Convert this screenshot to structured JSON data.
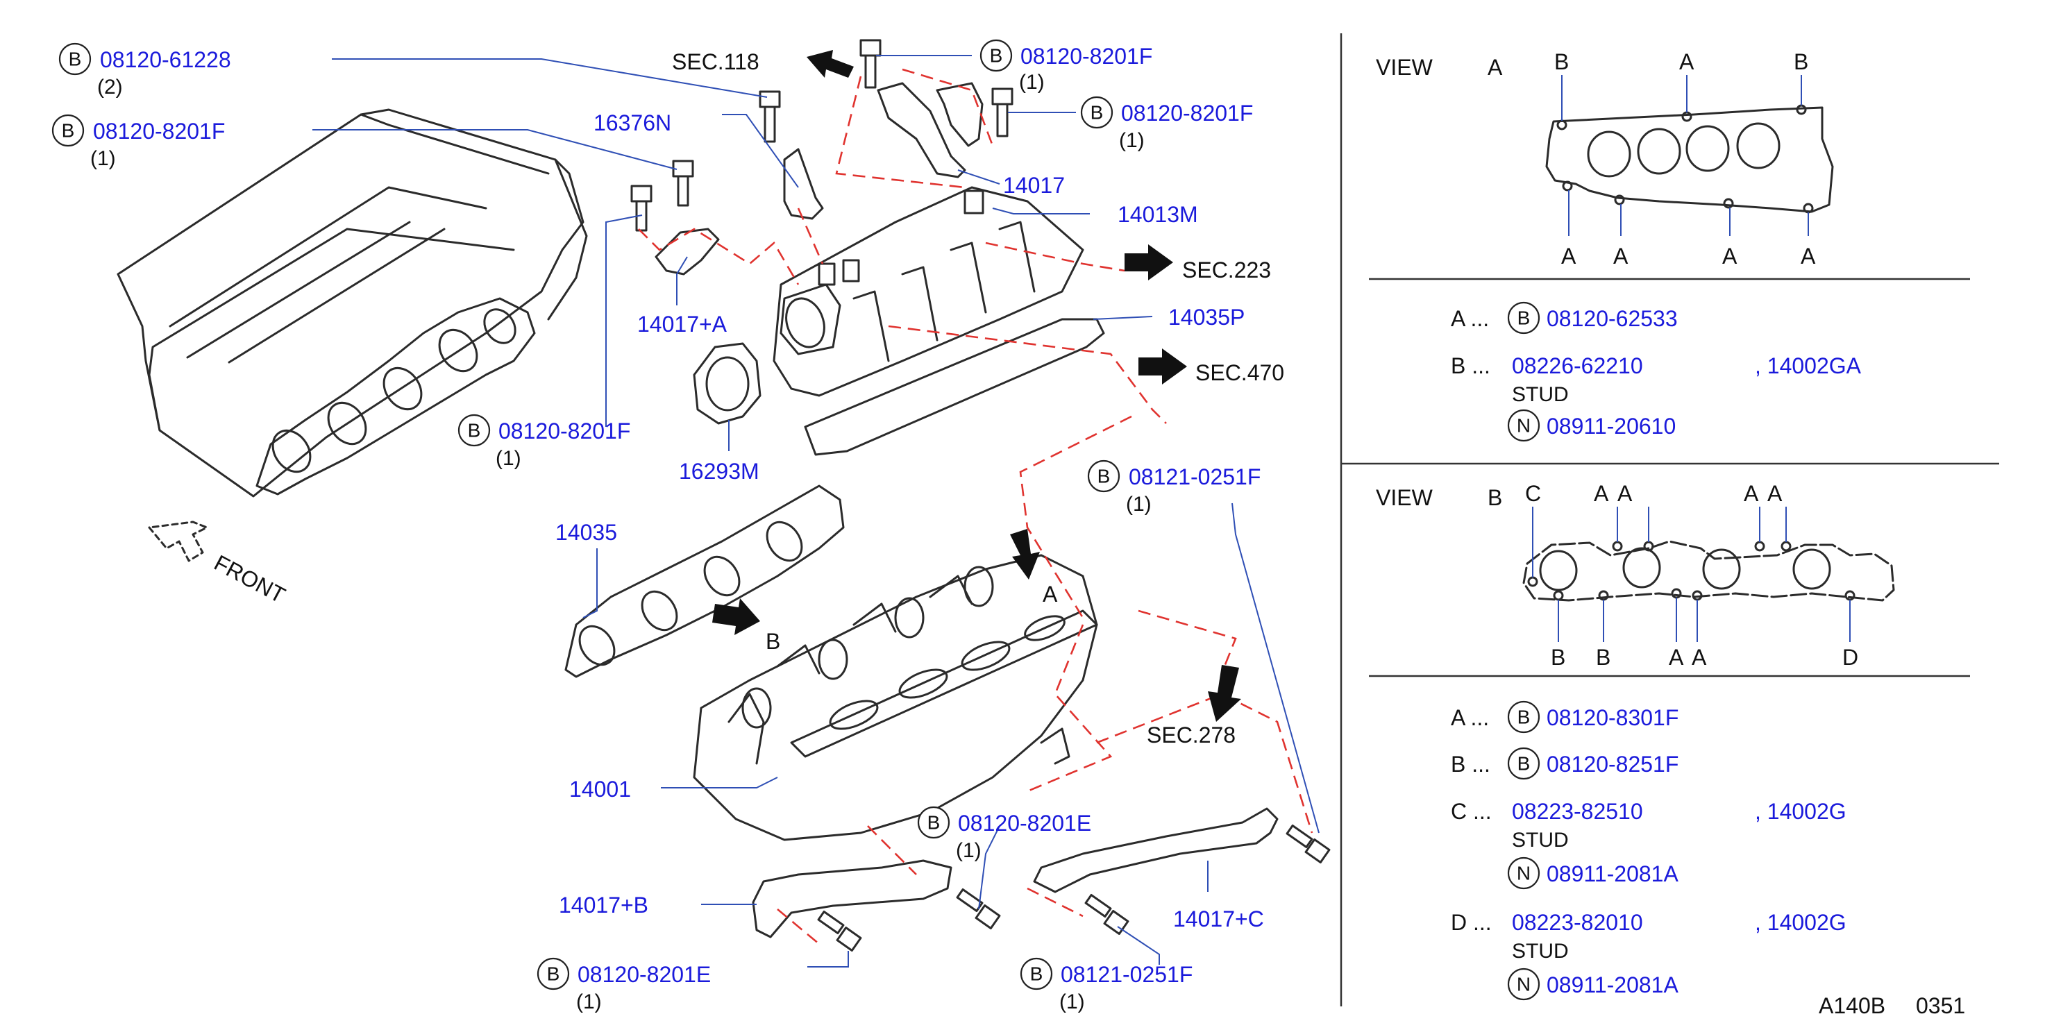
{
  "callouts": {
    "c1": {
      "code": "08120-61228",
      "qty": "(2)",
      "badge": "B"
    },
    "c2": {
      "code": "08120-8201F",
      "qty": "(1)",
      "badge": "B"
    },
    "c3": {
      "code": "08120-8201F",
      "qty": "(1)",
      "badge": "B"
    },
    "c4": {
      "code": "08120-8201F",
      "qty": "(1)",
      "badge": "B"
    },
    "c5": {
      "code": "08120-8201F",
      "qty": "(1)",
      "badge": "B"
    },
    "c6": {
      "code": "08121-0251F",
      "qty": "(1)",
      "badge": "B"
    },
    "c7": {
      "code": "08120-8201E",
      "qty": "(1)",
      "badge": "B"
    },
    "c8": {
      "code": "08120-8201E",
      "qty": "(1)",
      "badge": "B"
    },
    "c9": {
      "code": "08121-0251F",
      "qty": "(1)",
      "badge": "B"
    }
  },
  "parts": {
    "p16376N": "16376N",
    "p14017": "14017",
    "p14013M": "14013M",
    "p14017A": "14017+A",
    "p14035P": "14035P",
    "p16293M": "16293M",
    "p14035": "14035",
    "p14001": "14001",
    "p14017B": "14017+B",
    "p14017C": "14017+C"
  },
  "sections": {
    "s118": "SEC.118",
    "s223": "SEC.223",
    "s470": "SEC.470",
    "s278": "SEC.278"
  },
  "labels": {
    "front": "FRONT",
    "arrow_a": "A",
    "arrow_b": "B"
  },
  "view_a": {
    "title": "VIEW",
    "letter": "A",
    "top_labels": [
      "B",
      "A",
      "B"
    ],
    "bottom_labels": [
      "A",
      "A",
      "A",
      "A"
    ],
    "legend": {
      "a_key": "A ...",
      "a_badge": "B",
      "a_code": "08120-62533",
      "b_key": "B ...",
      "b_code": "08226-62210",
      "b_ref": ", 14002GA",
      "b_stud": "STUD",
      "b_badge": "N",
      "b_nut": "08911-20610"
    }
  },
  "view_b": {
    "title": "VIEW",
    "letter": "B",
    "top_labels": [
      "C",
      "A",
      "A",
      "A",
      "A"
    ],
    "bottom_labels": [
      "B",
      "B",
      "A",
      "A",
      "D"
    ],
    "legend": {
      "a_key": "A ...",
      "a_badge": "B",
      "a_code": "08120-8301F",
      "b_key": "B ...",
      "b_badge": "B",
      "b_code": "08120-8251F",
      "c_key": "C ...",
      "c_code": "08223-82510",
      "c_ref": ", 14002G",
      "c_stud": "STUD",
      "c_badge": "N",
      "c_nut": "08911-2081A",
      "d_key": "D ...",
      "d_code": "08223-82010",
      "d_ref": ", 14002G",
      "d_stud": "STUD",
      "d_badge": "N",
      "d_nut": "08911-2081A"
    }
  },
  "footer": {
    "ref": "A140B",
    "num": "0351"
  }
}
